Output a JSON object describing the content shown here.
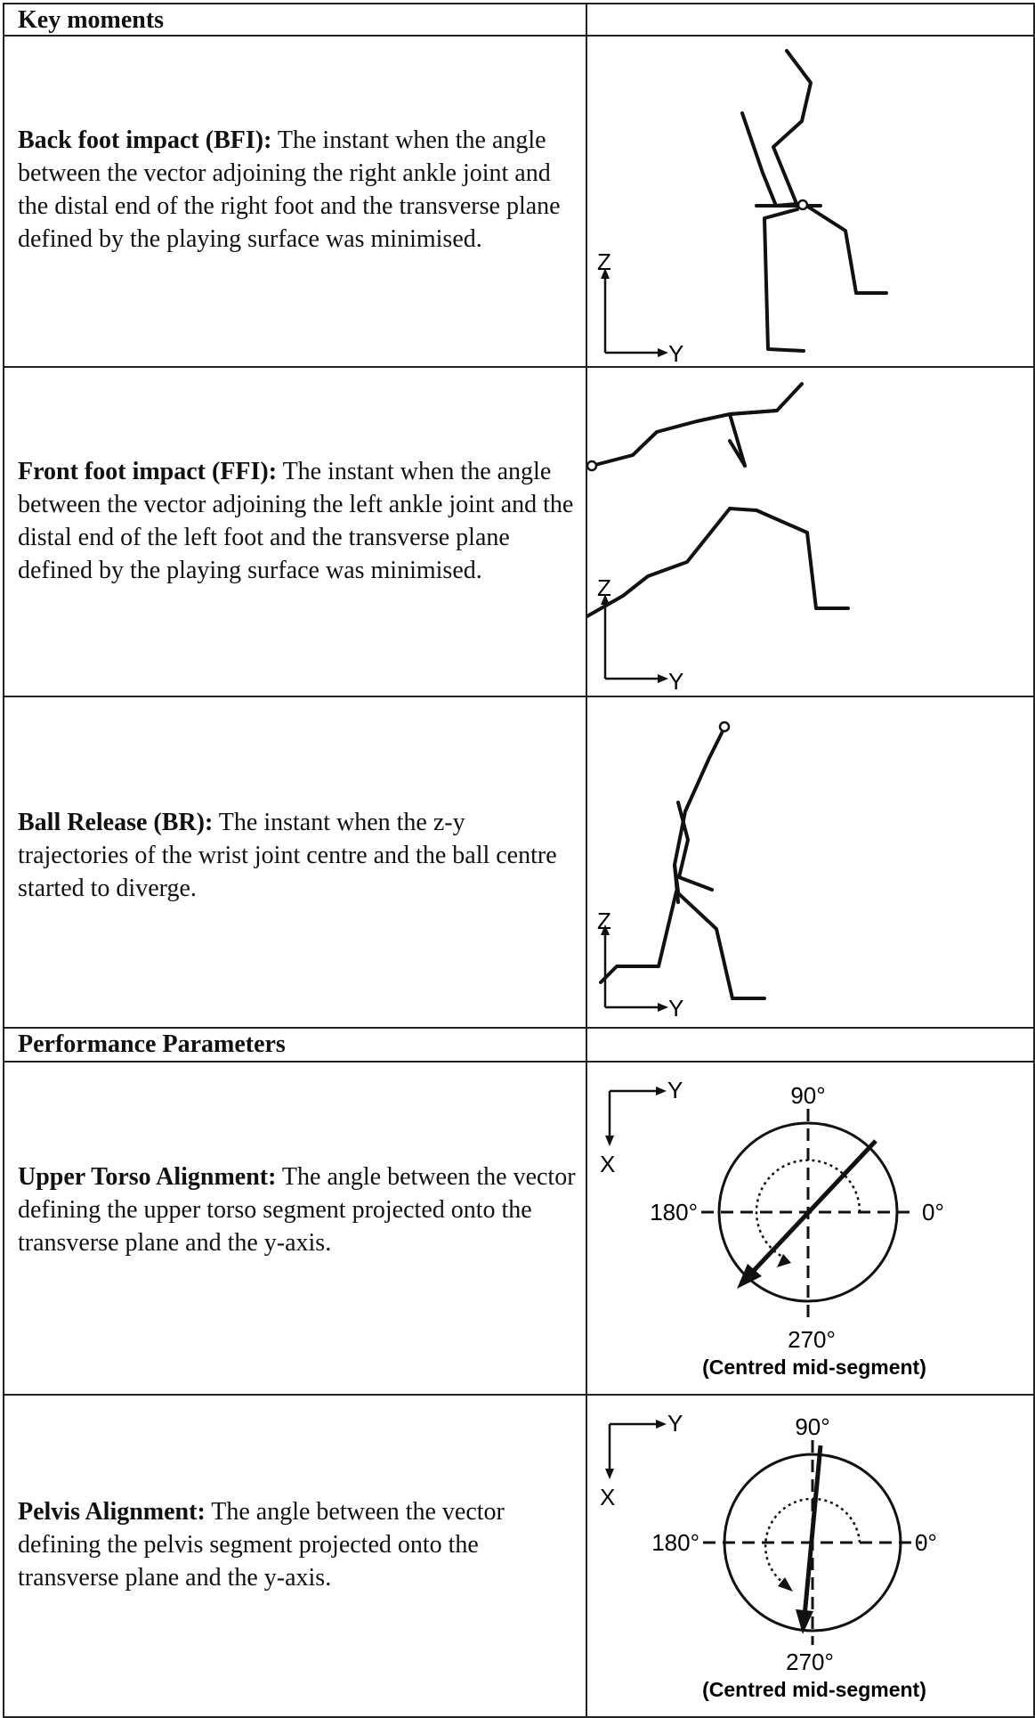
{
  "sections": {
    "key_moments": "Key moments",
    "performance": "Performance Parameters"
  },
  "rows": [
    {
      "term": "Back foot impact (BFI):",
      "text": " The instant when the angle between the vector adjoining the right ankle joint and the distal end of the right foot and the transverse plane defined by the playing surface was minimised."
    },
    {
      "term": "Front foot impact (FFI):",
      "text": " The instant when the angle between the vector adjoining the left ankle joint and the distal end of the left foot and the transverse plane defined by the playing surface was minimised."
    },
    {
      "term": "Ball Release (BR):",
      "text": " The instant when the z-y trajectories of the wrist joint centre and the ball centre started to diverge."
    },
    {
      "term": "Upper Torso Alignment:",
      "text": " The angle between the vector defining the upper torso segment projected onto the transverse plane and the y-axis."
    },
    {
      "term": "Pelvis Alignment:",
      "text": " The angle between the vector defining the pelvis segment projected onto the transverse plane and the y-axis."
    }
  ],
  "axes": {
    "z": "Z",
    "y": "Y",
    "x": "X"
  },
  "angles": {
    "a90": "90°",
    "a180": "180°",
    "a0": "0°",
    "a270": "270°"
  },
  "caption": "(Centred mid-segment)"
}
